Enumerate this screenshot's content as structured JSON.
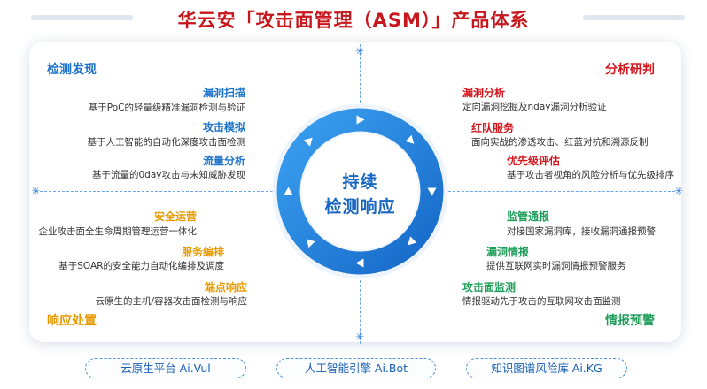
{
  "title": "华云安「攻击面管理（ASM）」产品体系",
  "center": {
    "line1": "持续",
    "line2": "检测响应"
  },
  "quadrants": {
    "detect": {
      "label": "检测发现",
      "items": [
        {
          "title": "漏洞扫描",
          "desc": "基于PoC的轻量级精准漏洞检测与验证"
        },
        {
          "title": "攻击模拟",
          "desc": "基于人工智能的自动化深度攻击面检测"
        },
        {
          "title": "流量分析",
          "desc": "基于流量的0day攻击与未知威胁发现"
        }
      ]
    },
    "analyze": {
      "label": "分析研判",
      "items": [
        {
          "title": "漏洞分析",
          "desc": "定向漏洞挖掘及nday漏洞分析验证"
        },
        {
          "title": "红队服务",
          "desc": "面向实战的渗透攻击、红蓝对抗和溯源反制"
        },
        {
          "title": "优先级评估",
          "desc": "基于攻击者视角的风险分析与优先级排序"
        }
      ]
    },
    "respond": {
      "label": "响应处置",
      "items": [
        {
          "title": "安全运营",
          "desc": "企业攻击面全生命周期管理运营一体化"
        },
        {
          "title": "服务编排",
          "desc": "基于SOAR的安全能力自动化编排及调度"
        },
        {
          "title": "端点响应",
          "desc": "云原生的主机/容器攻击面检测与响应"
        }
      ]
    },
    "intel": {
      "label": "情报预警",
      "items": [
        {
          "title": "监管通报",
          "desc": "对接国家漏洞库，接收漏洞通报预警"
        },
        {
          "title": "漏洞情报",
          "desc": "提供互联网实时漏洞情报预警服务"
        },
        {
          "title": "攻击面监测",
          "desc": "情报驱动先于攻击的互联网攻击面监测"
        }
      ]
    }
  },
  "platforms": [
    {
      "label": "云原生平台 Ai.Vul"
    },
    {
      "label": "人工智能引擎 Ai.Bot"
    },
    {
      "label": "知识图谱风险库 Ai.KG"
    }
  ],
  "colors": {
    "title": "#c8161d",
    "detect": "#1e74cc",
    "analyze": "#d4161d",
    "respond": "#e69a00",
    "intel": "#1f9e5a",
    "ring": "#2a8be0"
  }
}
